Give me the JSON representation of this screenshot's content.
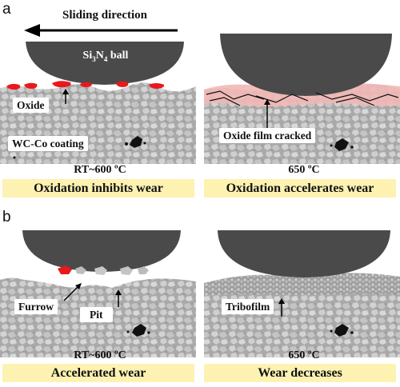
{
  "panel_a": {
    "letter": "a",
    "sliding_direction": "Sliding direction",
    "ball_label_prefix": "Si",
    "ball_label_sub1": "3",
    "ball_label_mid": "N",
    "ball_label_sub2": "4",
    "ball_label_suffix": " ball",
    "oxide_label": "Oxide",
    "coating_label": "WC-Co coating",
    "oxide_cracked_label": "Oxide film cracked",
    "left_temp": "RT~600 ºC",
    "right_temp": "650 ºC",
    "left_caption": "Oxidation inhibits wear",
    "right_caption": "Oxidation accelerates wear"
  },
  "panel_b": {
    "letter": "b",
    "furrow_label": "Furrow",
    "pit_label": "Pit",
    "tribofilm_label": "Tribofilm",
    "left_temp": "RT~600 ºC",
    "right_temp": "650 ºC",
    "left_caption": "Accelerated wear",
    "right_caption": "Wear decreases"
  },
  "colors": {
    "ball": "#4a4a4a",
    "coating": "#a9a9a9",
    "oxide_red": "#e8191d",
    "oxide_film": "#f2b8b6",
    "caption_bg": "#fdf2b1"
  }
}
